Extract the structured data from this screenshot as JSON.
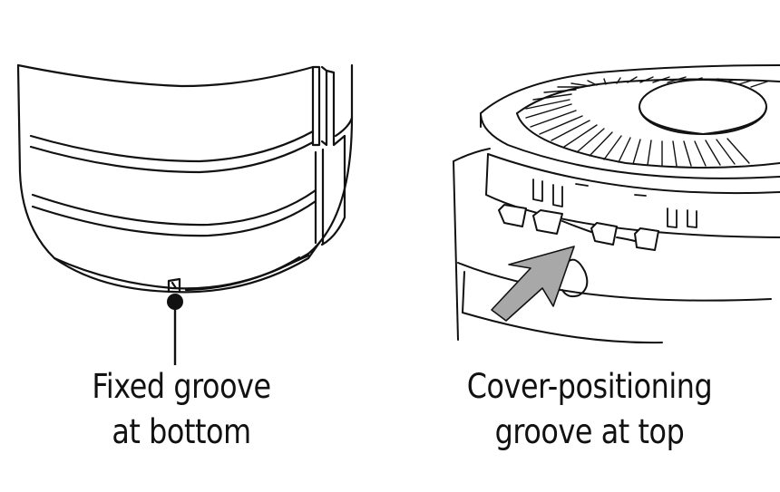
{
  "left_figure": {
    "caption_line1": "Fixed groove",
    "caption_line2": "at bottom"
  },
  "right_figure": {
    "caption_line1": "Cover-positioning",
    "caption_line2": "groove at top"
  },
  "colors": {
    "line": "#111111",
    "arrow_fill": "#a8a8a8",
    "background": "#ffffff"
  }
}
